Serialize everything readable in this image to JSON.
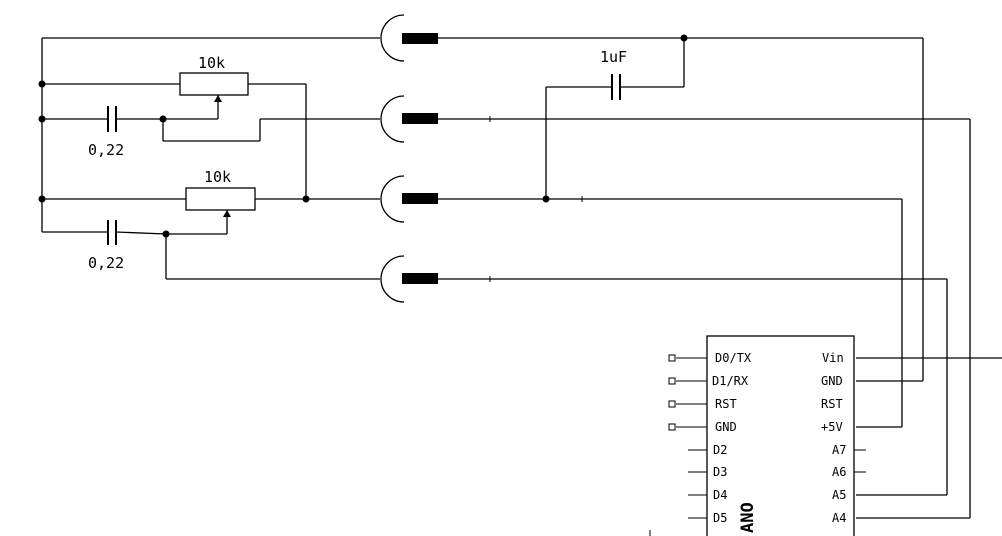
{
  "labels": {
    "pot_top": "10k",
    "pot_bottom": "10k",
    "cap_top": "0,22",
    "cap_bottom": "0,22",
    "cap_1uf": "1uF"
  },
  "board": {
    "name_visible": "ANO",
    "left_pins": [
      "D0/TX",
      "D1/RX",
      "RST",
      "GND",
      "D2",
      "D3",
      "D4",
      "D5"
    ],
    "right_pins": [
      "Vin",
      "GND",
      "RST",
      "+5V",
      "A7",
      "A6",
      "A5",
      "A4"
    ]
  }
}
